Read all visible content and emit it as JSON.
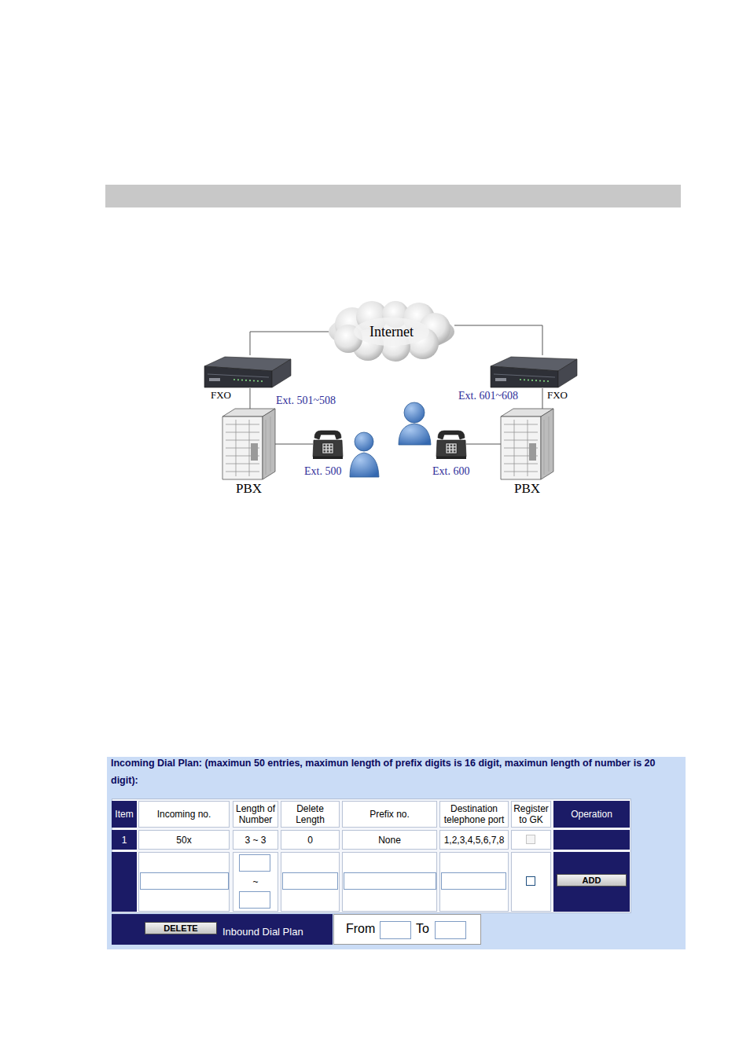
{
  "diagram": {
    "nodes": [
      {
        "text": [
          "Internet"
        ]
      },
      {
        "text": [
          "FXO",
          "Ext. 501~508"
        ]
      },
      {
        "text": [
          "PBX"
        ]
      },
      {
        "text": [
          "Ext. 500"
        ]
      },
      {
        "text": [
          "Ext. 601~608",
          "FXO"
        ]
      },
      {
        "text": [
          "PBX"
        ]
      },
      {
        "text": [
          "Ext. 600"
        ]
      }
    ],
    "edges": [
      {
        "from": 0,
        "to": 1,
        "arrow": "none"
      },
      {
        "from": 1,
        "to": 2,
        "arrow": "none"
      },
      {
        "from": 2,
        "to": 3,
        "arrow": "none"
      },
      {
        "from": 0,
        "to": 4,
        "arrow": "none"
      },
      {
        "from": 4,
        "to": 5,
        "arrow": "none"
      },
      {
        "from": 5,
        "to": 6,
        "arrow": "none"
      }
    ],
    "labels": [
      "Incoming Dial Plan: (maximun 50 entries, maximun length of prefix digits is 16 digit, maximun length of number is 20 digit):",
      "Item",
      "Incoming no.",
      "Length of Number",
      "Delete Length",
      "Prefix no.",
      "Destination telephone port",
      "Register to GK",
      "Operation",
      "1",
      "50x",
      "3 ~ 3",
      "0",
      "None",
      "1,2,3,4,5,6,7,8",
      "~",
      "ADD",
      "DELETE",
      "Inbound Dial Plan",
      "From",
      "To"
    ]
  }
}
